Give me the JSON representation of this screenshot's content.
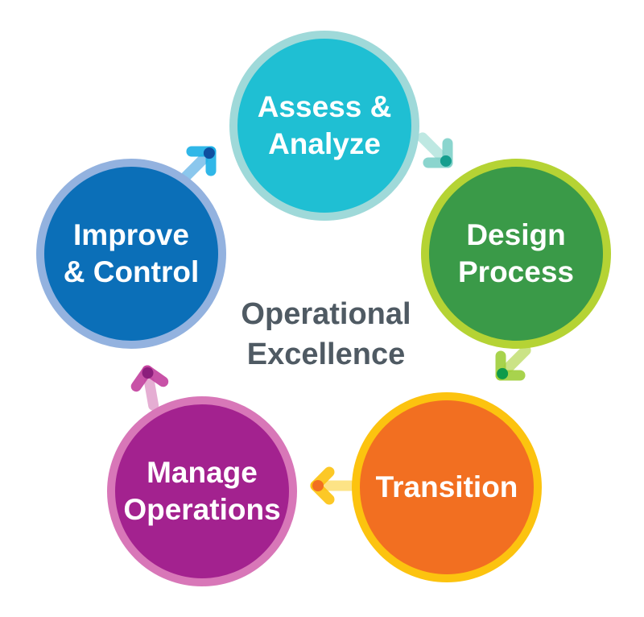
{
  "title": {
    "line1": "Operational",
    "line2": "Excellence"
  },
  "stages": [
    {
      "line1": "Assess &",
      "line2": "Analyze",
      "fill": "#1fbfd3",
      "ring": "#9fd9d9"
    },
    {
      "line1": "Design",
      "line2": "Process",
      "fill": "#3a9a48",
      "ring": "#b5d334"
    },
    {
      "line1": "Transition",
      "line2": "",
      "fill": "#f26f21",
      "ring": "#fcc30f"
    },
    {
      "line1": "Manage",
      "line2": "Operations",
      "fill": "#a3228f",
      "ring": "#d877b8"
    },
    {
      "line1": "Improve",
      "line2": "& Control",
      "fill": "#0b6fb8",
      "ring": "#93b2df"
    }
  ],
  "arrows": [
    {
      "from": "Improve & Control",
      "to": "Assess & Analyze",
      "colors": [
        "#1ab0e6",
        "#0d4fa0",
        "#7fc1ec"
      ]
    },
    {
      "from": "Assess & Analyze",
      "to": "Design Process",
      "colors": [
        "#7fd1c9",
        "#149e8e",
        "#b8e6df"
      ]
    },
    {
      "from": "Design Process",
      "to": "Transition",
      "colors": [
        "#9fcf3a",
        "#0f9a4a",
        "#c6e07a"
      ]
    },
    {
      "from": "Transition",
      "to": "Manage Operations",
      "colors": [
        "#fcc30f",
        "#f26f21",
        "#fde07a"
      ]
    },
    {
      "from": "Manage Operations",
      "to": "Improve & Control",
      "colors": [
        "#c3409e",
        "#8c1e7c",
        "#e3a6cf"
      ]
    }
  ]
}
